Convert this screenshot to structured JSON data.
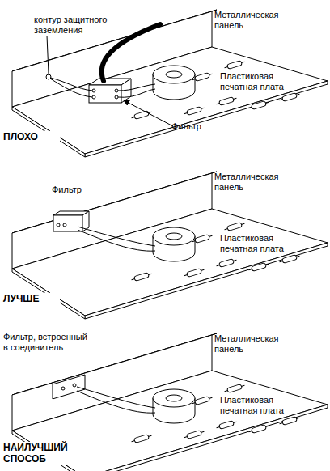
{
  "diagram": {
    "labels": [
      "Металлическая панель",
      "контур защитного заземления",
      "Пластиковая печатная плата",
      "ПЛОХО",
      "Фильтр",
      "Металлическая панель",
      "Фильтр",
      "Пластиковая печатная плата",
      "ЛУЧШЕ",
      "Металлическая панель",
      "Фильтр, встроенный в соединитель",
      "Пластиковая печатная плата",
      "НАИЛУЧШИЙ СПОСОБ"
    ]
  }
}
